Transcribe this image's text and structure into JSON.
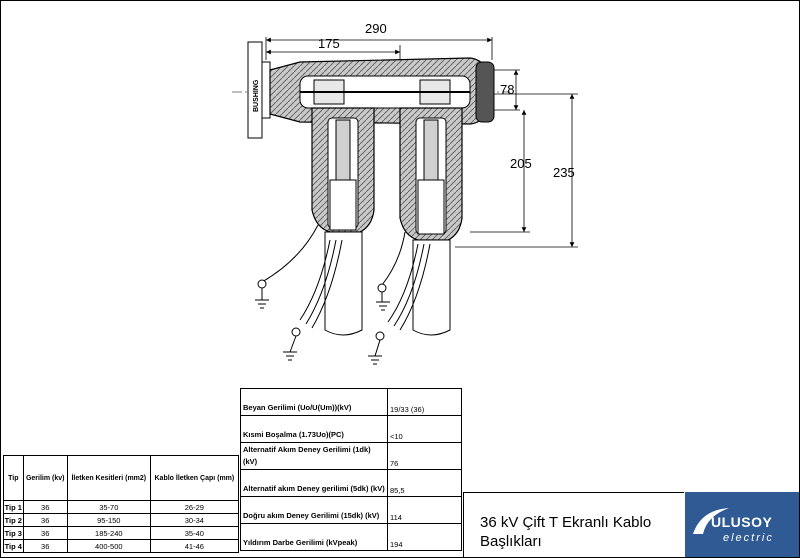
{
  "dimensions": {
    "overall_length": "290",
    "half_length": "175",
    "height_small": "78",
    "height_mid": "205",
    "height_total": "235"
  },
  "bushing_label": "BUSHING",
  "spec_table": {
    "rows": [
      {
        "label": "Beyan Gerilimi (Uo/U(Um))(kV)",
        "value": "19/33 (36)"
      },
      {
        "label": "Kısmi Boşalma (1.73Uo)(PC)",
        "value": "<10"
      },
      {
        "label": "Alternatif Akım Deney Gerilimi (1dk) (kV)",
        "value": "76"
      },
      {
        "label": "Alternatif akım Deney gerilimi (5dk) (kV)",
        "value": "85,5"
      },
      {
        "label": "Doğru akım Deney Gerilimi (15dk) (kV)",
        "value": "114"
      },
      {
        "label": "Yıldırım Darbe Gerilimi (kVpeak)",
        "value": "194"
      }
    ]
  },
  "type_table": {
    "headers": [
      "Tip",
      "Gerilim (kv)",
      "İletken Kesitleri (mm2)",
      "Kablo İletken Çapı (mm)"
    ],
    "rows": [
      [
        "Tip 1",
        "36",
        "35-70",
        "26-29"
      ],
      [
        "Tip 2",
        "36",
        "95-150",
        "30-34"
      ],
      [
        "Tip 3",
        "36",
        "185-240",
        "35-40"
      ],
      [
        "Tip 4",
        "36",
        "400-500",
        "41-46"
      ]
    ]
  },
  "title": "36 kV Çift T Ekranlı Kablo Başlıkları",
  "logo": {
    "name": "ULUSOY",
    "sub": "electric",
    "color": "#2f5a93"
  }
}
